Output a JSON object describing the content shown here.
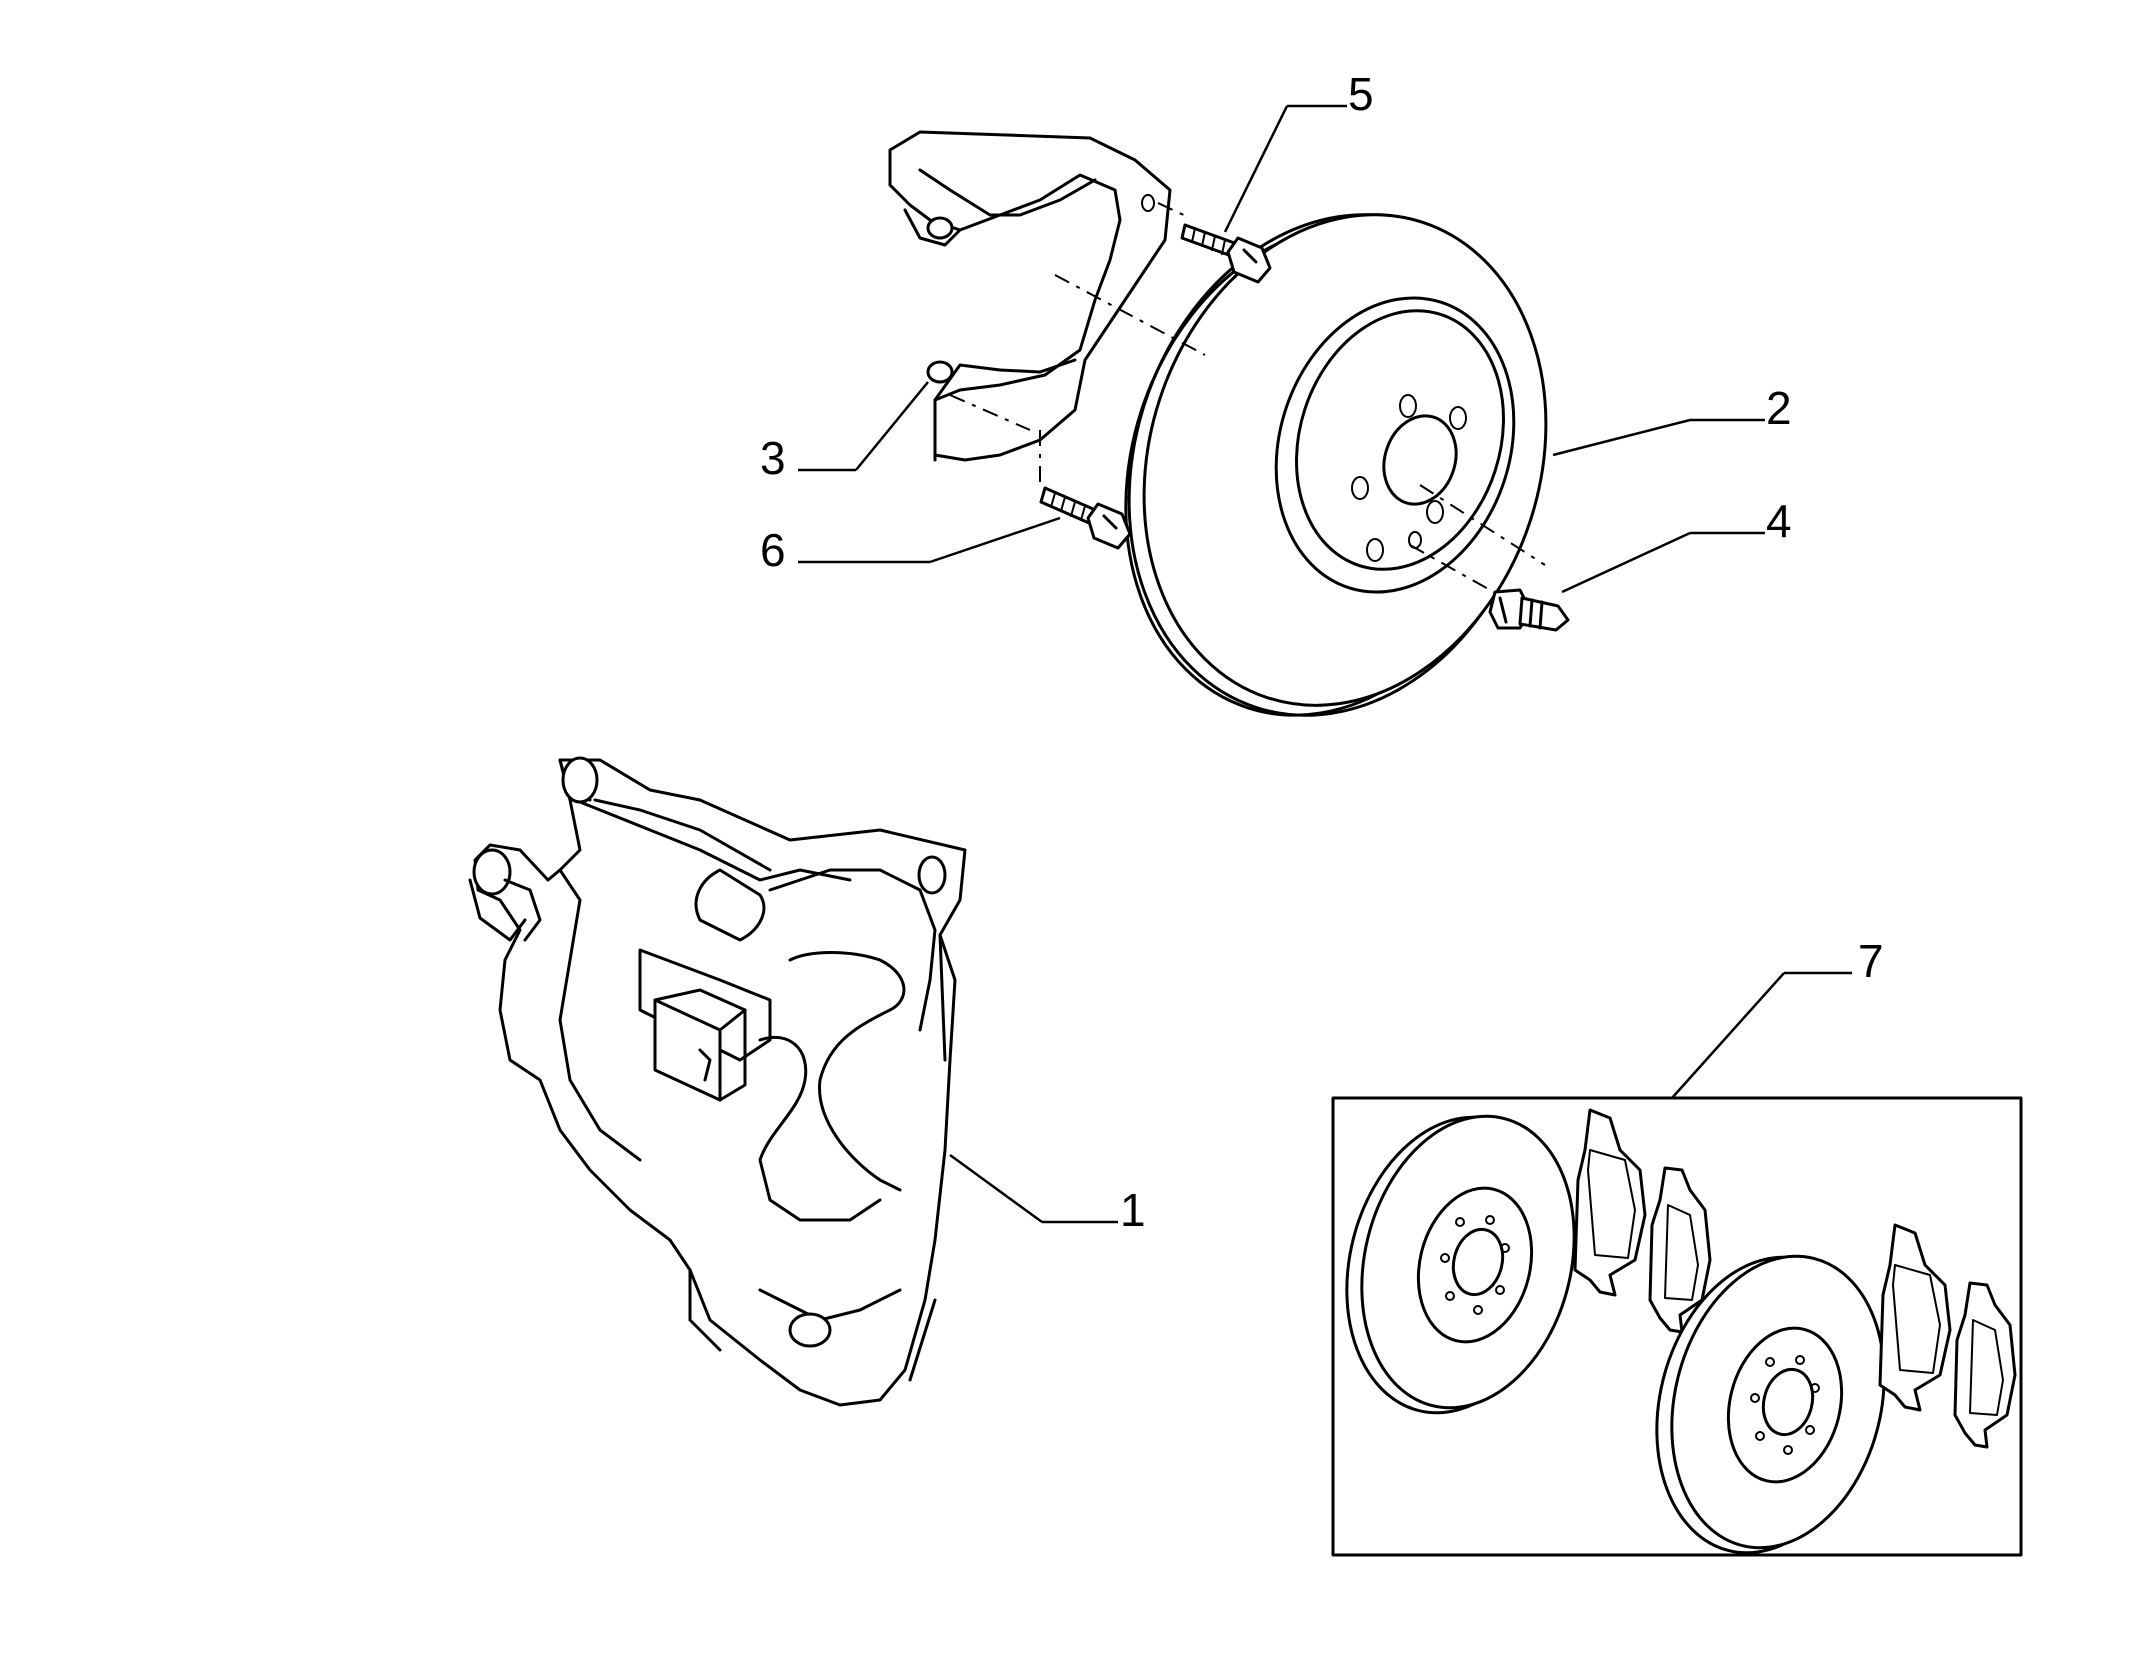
{
  "callouts": [
    {
      "id": "1",
      "label": "1"
    },
    {
      "id": "2",
      "label": "2"
    },
    {
      "id": "3",
      "label": "3"
    },
    {
      "id": "4",
      "label": "4"
    },
    {
      "id": "5",
      "label": "5"
    },
    {
      "id": "6",
      "label": "6"
    },
    {
      "id": "7",
      "label": "7"
    }
  ],
  "icons": {
    "caliper": "brake-caliper-icon",
    "disc": "brake-disc-icon",
    "shield": "dust-shield-icon",
    "bolt": "bolt-icon",
    "kit": "brake-kit-icon"
  },
  "colors": {
    "line": "#000000",
    "background": "#ffffff"
  }
}
